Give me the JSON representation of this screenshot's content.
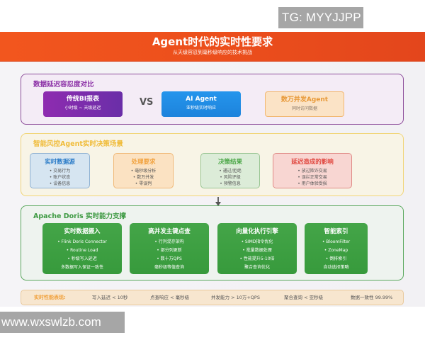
{
  "watermarks": {
    "top": "TG: MYYJJPP",
    "bottom": "www.wxswlzb.com"
  },
  "header": {
    "title": "Agent时代的实时性要求",
    "subtitle": "从天级容忍到毫秒级响应的技术挑战",
    "color": "#ec4f1c"
  },
  "latency_comparison": {
    "title": "数据延迟容忍度对比",
    "vs_label": "VS",
    "cards": [
      {
        "title": "传统BI报表",
        "subtitle": "小时级 ~ 天级延迟",
        "color": "#7e2dac"
      },
      {
        "title": "AI Agent",
        "subtitle": "亚秒级实时响应",
        "color": "#2190e6"
      },
      {
        "title": "数万并发Agent",
        "subtitle": "同时访问数据",
        "color": "#f2b872"
      }
    ]
  },
  "risk_scenario": {
    "title": "智能风控Agent实时决策场景",
    "cards": [
      {
        "title": "实时数据源",
        "items": [
          "• 交易行为",
          "• 账户状态",
          "• 设备信息"
        ],
        "color": "#2c7cc8"
      },
      {
        "title": "处理要求",
        "items": [
          "• 毫秒级分析",
          "• 数万并发",
          "• 零误判"
        ],
        "color": "#f1a23e"
      },
      {
        "title": "决策结果",
        "items": [
          "• 通过/拒绝",
          "• 风险评级",
          "• 预警信息"
        ],
        "color": "#4aa646"
      },
      {
        "title": "延迟造成的影响",
        "items": [
          "• 放过欺诈交易",
          "• 误拦正常交易",
          "• 用户体验受损"
        ],
        "color": "#e0443c"
      }
    ]
  },
  "doris_support": {
    "title": "Apache Doris 实时能力支撑",
    "cards": [
      {
        "title": "实时数据摄入",
        "items": [
          "• Flink Doris Connector",
          "• Routine Load",
          "• 秒级写入延迟",
          "多数据写入保证一致性"
        ]
      },
      {
        "title": "高并发主键点查",
        "items": [
          "• 行列混存架构",
          "• 部分列更新",
          "• 数十万QPS",
          "毫秒级等值查询"
        ]
      },
      {
        "title": "向量化执行引擎",
        "items": [
          "• SIMD指令优化",
          "• 批量数据处理",
          "• 性能提升5-10倍",
          "聚合查询优化"
        ]
      },
      {
        "title": "智能索引",
        "items": [
          "• BloomFilter",
          "• ZoneMap",
          "• 倒排索引",
          "自动选择策略"
        ]
      }
    ],
    "color": "#3e9a43"
  },
  "performance": {
    "label": "实时性能表现:",
    "metrics": [
      "写入延迟 < 10秒",
      "点查响应 < 毫秒级",
      "并发能力 > 10万+QPS",
      "聚合查询 < 亚秒级",
      "数据一致性 99.99%"
    ]
  }
}
